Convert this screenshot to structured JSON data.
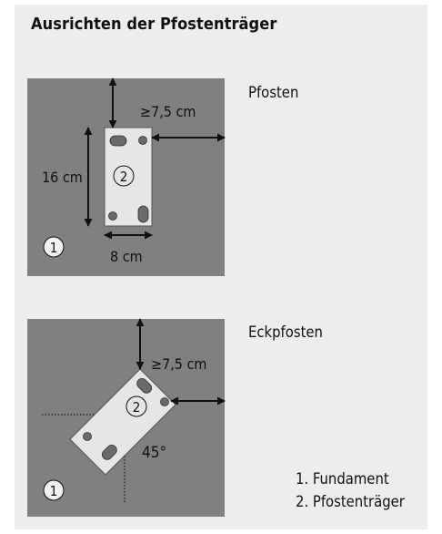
{
  "title": "Ausrichten der Pfostenträger",
  "figure1": {
    "heading": "Pfosten",
    "dim_distance": "≥7,5 cm",
    "dim_height": "16 cm",
    "dim_width": "8 cm",
    "marker_foundation": "1",
    "marker_bracket": "2"
  },
  "figure2": {
    "heading": "Eckpfosten",
    "dim_distance": "≥7,5 cm",
    "angle": "45°",
    "marker_foundation": "1",
    "marker_bracket": "2"
  },
  "legend": {
    "item1": "1. Fundament",
    "item2": "2. Pfostenträger"
  },
  "colors": {
    "panel": "#ededed",
    "foundation": "#808080",
    "bracket": "#e6e6e6",
    "hole": "#6a6a6a",
    "ink": "#111111"
  }
}
